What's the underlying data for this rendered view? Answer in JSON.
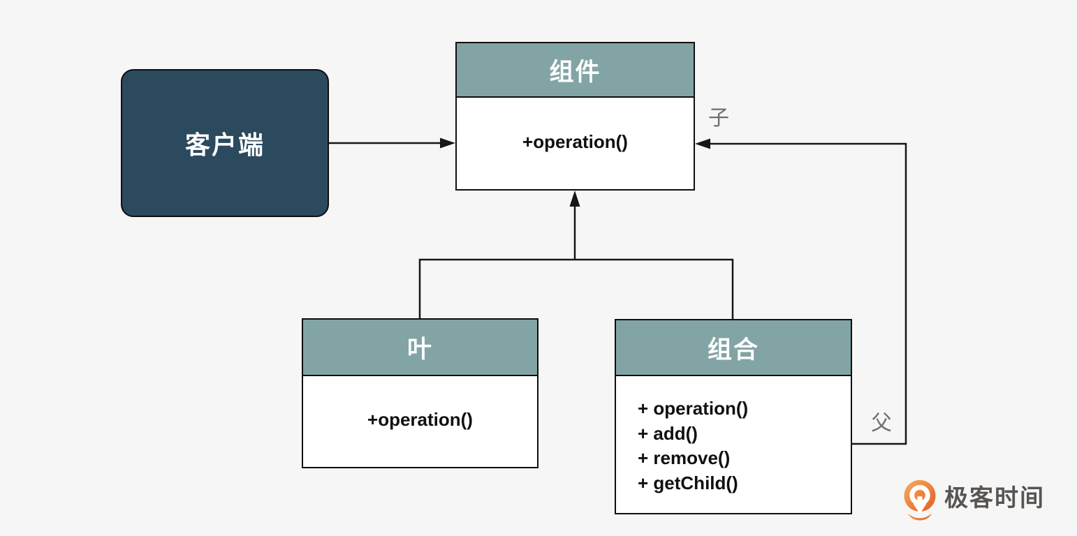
{
  "diagram": {
    "type": "uml-composite-pattern",
    "client": {
      "label": "客户端"
    },
    "component": {
      "title": "组件",
      "method": "+operation()"
    },
    "leaf": {
      "title": "叶",
      "method": "+operation()"
    },
    "composite": {
      "title": "组合",
      "methods": [
        "+ operation()",
        "+ add()",
        "+ remove()",
        "+ getChild()"
      ]
    },
    "edge_labels": {
      "child": "子",
      "parent": "父"
    },
    "colors": {
      "background": "#f5f6f5",
      "class_header_teal": "#82a4a5",
      "client_background": "#2c4a5d",
      "border_line": "#0e0e0e",
      "connector_line": "#161616",
      "edge_label_gray": "#6f6f6f"
    }
  },
  "watermark": {
    "text": "极客时间",
    "text_color": "#575451",
    "icon_orange": "#ec6e2e"
  }
}
